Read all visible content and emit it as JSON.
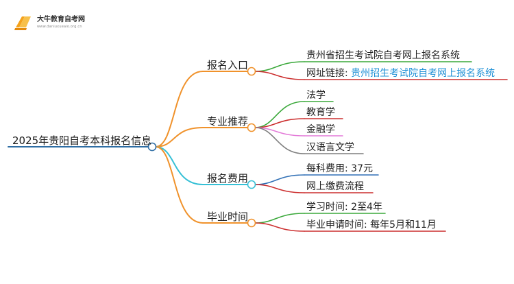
{
  "brand": {
    "name": "大牛教育自考网",
    "url": "www.daniuxueaio.org.cn"
  },
  "root": "2025年贵阳自考本科报名信息",
  "branches": [
    {
      "label": "报名入口",
      "leaves": [
        {
          "label": "贵州省招生考试院自考网上报名系统"
        },
        {
          "label": "网址链接: ",
          "link": "贵州招生考试院自考网上报名系统"
        }
      ]
    },
    {
      "label": "专业推荐",
      "leaves": [
        {
          "label": "法学"
        },
        {
          "label": "教育学"
        },
        {
          "label": "金融学"
        },
        {
          "label": "汉语言文学"
        }
      ]
    },
    {
      "label": "报名费用",
      "leaves": [
        {
          "label": "每科费用: 37元"
        },
        {
          "label": "网上缴费流程"
        }
      ]
    },
    {
      "label": "毕业时间",
      "leaves": [
        {
          "label": "学习时间: 2至4年"
        },
        {
          "label": "毕业申请时间: 每年5月和11月"
        }
      ]
    }
  ],
  "colors": {
    "root_line": "#2e6da4",
    "branch_line": "#f0922b",
    "fee_branch_line": "#36c0d6",
    "node_fill": "#ffffff",
    "leaf_green": "#3aa83a",
    "leaf_red": "#cc2e2e",
    "leaf_pink": "#e37ad8",
    "leaf_gray": "#7f7f7f",
    "leaf_blue": "#2f6fb5",
    "link": "#1e90d6"
  }
}
